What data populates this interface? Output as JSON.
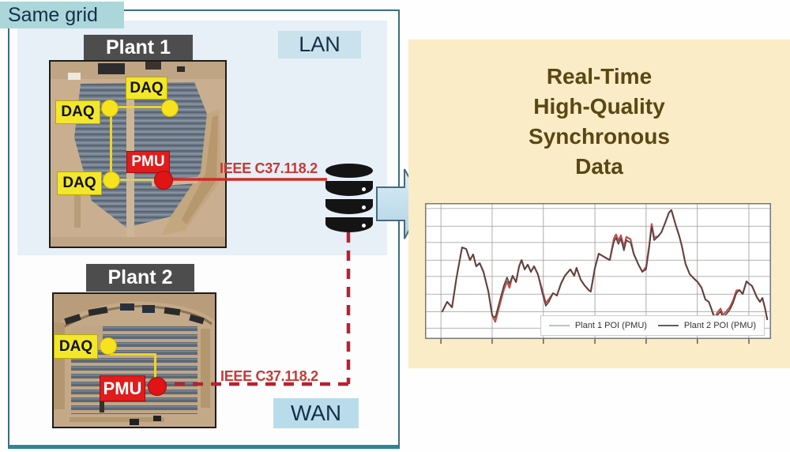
{
  "diagram": {
    "same_grid_label": "Same grid",
    "lan_label": "LAN",
    "wan_label": "WAN",
    "plant1": {
      "title": "Plant 1",
      "daq_labels": [
        "DAQ",
        "DAQ",
        "DAQ"
      ],
      "pmu_label": "PMU",
      "link_label": "IEEE C37.118.2"
    },
    "plant2": {
      "title": "Plant 2",
      "daq_label": "DAQ",
      "pmu_label": "PMU",
      "link_label": "IEEE C37.118.2"
    },
    "icons": {
      "database": "database-cylinder-stack-icon",
      "flow_arrow": "right-arrow-icon"
    },
    "colors": {
      "daq_yellow": "#f2e72b",
      "pmu_red": "#e01c1c",
      "link_red": "#cf2b24",
      "dashed_red": "#bc202f",
      "lan_fill": "#e7eff7",
      "tag_blue": "#b9dcea",
      "same_grid_teal": "#abd7db",
      "box_border_teal": "#2e8593",
      "panel_cream": "#f9ecc6",
      "headline_brown": "#5a4713"
    }
  },
  "result_panel": {
    "headline_lines": [
      "Real-Time",
      "High-Quality",
      "Synchronous",
      "Data"
    ]
  },
  "chart_data": {
    "type": "line",
    "title": "",
    "xlabel": "",
    "ylabel": "",
    "x_range": [
      0,
      100
    ],
    "y_range": [
      0,
      100
    ],
    "grid": true,
    "axis_tick_labels_visible": false,
    "h_gridline_fractions_from_top": [
      0.04,
      0.17,
      0.29,
      0.42,
      0.54,
      0.67,
      0.8,
      0.92
    ],
    "v_gridline_fractions": [
      0.046,
      0.194,
      0.342,
      0.491,
      0.639,
      0.787,
      0.936
    ],
    "legend": {
      "position": "bottom-right-inside",
      "items": [
        {
          "label": "Plant 1 POI (PMU)",
          "color": "#a9c7d6"
        },
        {
          "label": "Plant 2 POI (PMU)",
          "color": "#5f5f5f"
        }
      ]
    },
    "series": [
      {
        "name": "Plant 1 POI (PMU)",
        "color": "#c0504d",
        "width": 2.2,
        "points": [
          [
            5.0,
            20.3
          ],
          [
            6.4,
            27.3
          ],
          [
            7.8,
            23.3
          ],
          [
            9.1,
            45.3
          ],
          [
            10.7,
            67.4
          ],
          [
            11.9,
            66.3
          ],
          [
            13.0,
            58.1
          ],
          [
            13.9,
            62.2
          ],
          [
            14.8,
            53.5
          ],
          [
            15.8,
            55.8
          ],
          [
            16.9,
            49.4
          ],
          [
            18.3,
            34.9
          ],
          [
            19.4,
            17.4
          ],
          [
            20.3,
            12.7
          ],
          [
            21.7,
            26.1
          ],
          [
            22.8,
            36.5
          ],
          [
            23.7,
            42.3
          ],
          [
            24.4,
            37.7
          ],
          [
            25.3,
            46.5
          ],
          [
            26.3,
            41.9
          ],
          [
            27.2,
            53.5
          ],
          [
            27.9,
            58.1
          ],
          [
            28.8,
            51.2
          ],
          [
            29.7,
            54.7
          ],
          [
            30.6,
            49.4
          ],
          [
            31.5,
            53.5
          ],
          [
            32.6,
            47.7
          ],
          [
            33.8,
            36.9
          ],
          [
            34.9,
            26.4
          ],
          [
            35.8,
            29.3
          ],
          [
            37.0,
            33.7
          ],
          [
            38.1,
            32.0
          ],
          [
            39.3,
            40.7
          ],
          [
            40.4,
            46.5
          ],
          [
            42.0,
            51.2
          ],
          [
            43.1,
            46.5
          ],
          [
            43.8,
            52.3
          ],
          [
            45.0,
            43.6
          ],
          [
            46.1,
            39.5
          ],
          [
            47.3,
            36.0
          ],
          [
            47.9,
            34.9
          ],
          [
            49.1,
            52.3
          ],
          [
            50.2,
            62.8
          ],
          [
            51.4,
            61.0
          ],
          [
            52.5,
            59.3
          ],
          [
            53.4,
            58.1
          ],
          [
            54.6,
            74.0
          ],
          [
            55.2,
            76.9
          ],
          [
            55.9,
            72.3
          ],
          [
            56.6,
            76.3
          ],
          [
            57.5,
            67.6
          ],
          [
            58.2,
            75.2
          ],
          [
            59.4,
            73.4
          ],
          [
            60.3,
            62.8
          ],
          [
            61.6,
            55.2
          ],
          [
            62.8,
            49.4
          ],
          [
            63.9,
            53.2
          ],
          [
            64.8,
            68.9
          ],
          [
            65.5,
            84.6
          ],
          [
            66.2,
            74.7
          ],
          [
            67.4,
            75.6
          ],
          [
            68.3,
            78.5
          ],
          [
            69.4,
            85.5
          ],
          [
            70.5,
            93.0
          ],
          [
            71.2,
            94.8
          ],
          [
            72.4,
            84.3
          ],
          [
            73.5,
            75.6
          ],
          [
            74.2,
            68.6
          ],
          [
            75.3,
            55.2
          ],
          [
            76.5,
            47.7
          ],
          [
            77.6,
            44.8
          ],
          [
            78.8,
            41.9
          ],
          [
            79.9,
            37.8
          ],
          [
            81.0,
            29.1
          ],
          [
            82.0,
            27.3
          ],
          [
            82.6,
            23.3
          ],
          [
            83.8,
            15.4
          ],
          [
            84.5,
            19.4
          ],
          [
            85.4,
            22.3
          ],
          [
            86.1,
            17.7
          ],
          [
            87.2,
            20.6
          ],
          [
            88.1,
            23.5
          ],
          [
            89.0,
            28.2
          ],
          [
            90.0,
            35.7
          ],
          [
            90.9,
            36.0
          ],
          [
            91.8,
            33.1
          ],
          [
            92.9,
            42.4
          ],
          [
            93.6,
            40.7
          ],
          [
            94.5,
            39.0
          ],
          [
            95.2,
            34.9
          ],
          [
            95.9,
            30.8
          ],
          [
            96.8,
            27.3
          ],
          [
            97.5,
            30.2
          ],
          [
            98.2,
            23.3
          ],
          [
            98.9,
            14.5
          ]
        ]
      },
      {
        "name": "Plant 2 POI (PMU)",
        "color": "#4d4440",
        "width": 1.6,
        "points": [
          [
            5.0,
            20.3
          ],
          [
            6.4,
            27.3
          ],
          [
            7.8,
            23.3
          ],
          [
            9.1,
            45.3
          ],
          [
            10.7,
            67.4
          ],
          [
            11.9,
            66.3
          ],
          [
            13.0,
            58.1
          ],
          [
            13.9,
            62.2
          ],
          [
            14.8,
            53.5
          ],
          [
            15.8,
            55.8
          ],
          [
            16.9,
            49.4
          ],
          [
            18.3,
            34.9
          ],
          [
            19.4,
            17.4
          ],
          [
            20.3,
            15.7
          ],
          [
            21.7,
            29.1
          ],
          [
            22.8,
            39.5
          ],
          [
            23.7,
            45.3
          ],
          [
            24.4,
            40.7
          ],
          [
            25.3,
            46.5
          ],
          [
            26.3,
            41.9
          ],
          [
            27.2,
            53.5
          ],
          [
            27.9,
            58.1
          ],
          [
            28.8,
            51.2
          ],
          [
            29.7,
            54.7
          ],
          [
            30.6,
            49.4
          ],
          [
            31.5,
            53.5
          ],
          [
            32.6,
            47.7
          ],
          [
            33.8,
            34.9
          ],
          [
            34.9,
            24.4
          ],
          [
            35.8,
            27.3
          ],
          [
            37.0,
            33.7
          ],
          [
            38.1,
            32.0
          ],
          [
            39.3,
            40.7
          ],
          [
            40.4,
            46.5
          ],
          [
            42.0,
            51.2
          ],
          [
            43.1,
            46.5
          ],
          [
            43.8,
            52.3
          ],
          [
            45.0,
            43.6
          ],
          [
            46.1,
            39.5
          ],
          [
            47.3,
            36.0
          ],
          [
            47.9,
            34.9
          ],
          [
            49.1,
            52.3
          ],
          [
            50.2,
            62.8
          ],
          [
            51.4,
            61.0
          ],
          [
            52.5,
            59.3
          ],
          [
            53.4,
            58.1
          ],
          [
            54.6,
            71.5
          ],
          [
            55.2,
            74.4
          ],
          [
            55.9,
            69.8
          ],
          [
            56.6,
            73.8
          ],
          [
            57.5,
            65.1
          ],
          [
            58.2,
            72.7
          ],
          [
            59.4,
            70.9
          ],
          [
            60.3,
            62.8
          ],
          [
            61.6,
            55.2
          ],
          [
            62.8,
            49.4
          ],
          [
            63.9,
            51.2
          ],
          [
            64.8,
            66.9
          ],
          [
            65.5,
            82.6
          ],
          [
            66.2,
            72.7
          ],
          [
            67.4,
            75.6
          ],
          [
            68.3,
            78.5
          ],
          [
            69.4,
            85.5
          ],
          [
            70.5,
            93.0
          ],
          [
            71.2,
            94.8
          ],
          [
            72.4,
            84.3
          ],
          [
            73.5,
            75.6
          ],
          [
            74.2,
            68.6
          ],
          [
            75.3,
            55.2
          ],
          [
            76.5,
            47.7
          ],
          [
            77.6,
            44.8
          ],
          [
            78.8,
            41.9
          ],
          [
            79.9,
            37.8
          ],
          [
            81.0,
            29.1
          ],
          [
            82.0,
            27.3
          ],
          [
            82.6,
            23.3
          ],
          [
            83.8,
            13.4
          ],
          [
            84.5,
            17.4
          ],
          [
            85.4,
            20.3
          ],
          [
            86.1,
            15.7
          ],
          [
            87.2,
            18.6
          ],
          [
            88.1,
            21.5
          ],
          [
            89.0,
            26.2
          ],
          [
            90.0,
            33.7
          ],
          [
            90.9,
            36.0
          ],
          [
            91.8,
            33.1
          ],
          [
            92.9,
            42.4
          ],
          [
            93.6,
            40.7
          ],
          [
            94.5,
            39.0
          ],
          [
            95.2,
            34.9
          ],
          [
            95.9,
            30.8
          ],
          [
            96.8,
            27.3
          ],
          [
            97.5,
            30.2
          ],
          [
            98.2,
            23.3
          ],
          [
            98.9,
            14.5
          ]
        ]
      }
    ]
  }
}
